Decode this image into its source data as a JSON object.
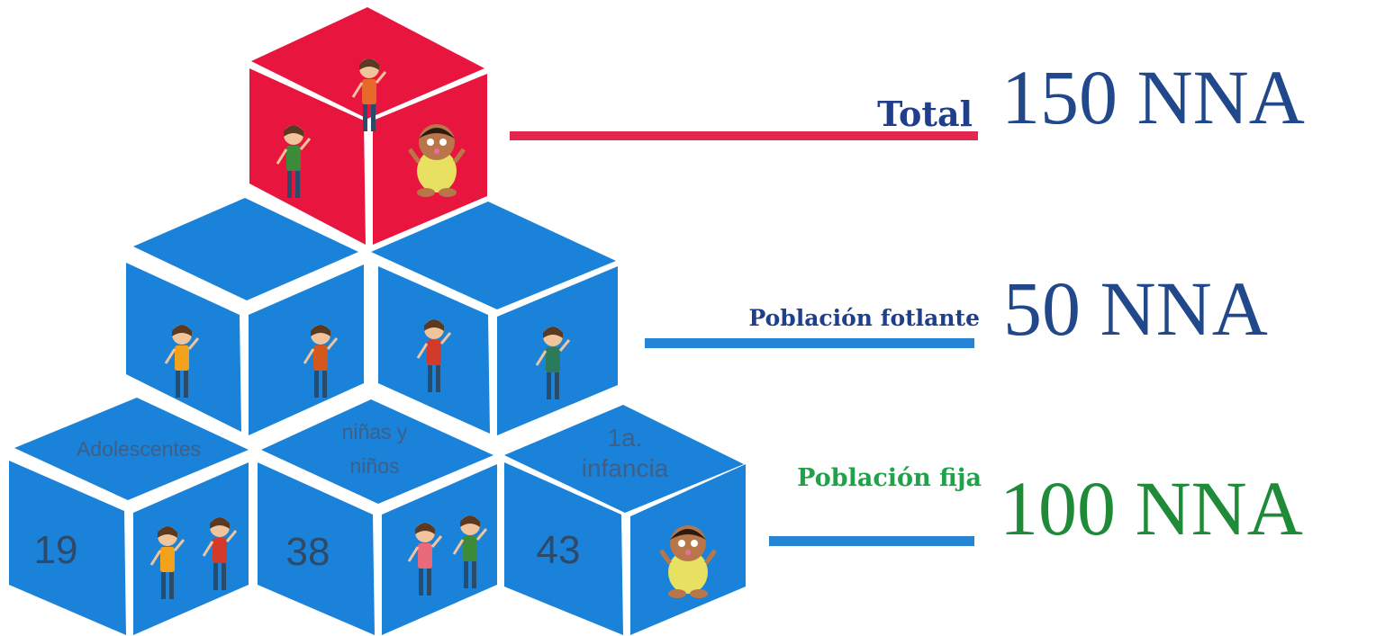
{
  "colors": {
    "cube_blue": "#1a82d8",
    "cube_red": "#e8163f",
    "navy": "#1f3f8c",
    "green": "#21a24a",
    "big_blue": "#22488c",
    "big_green": "#1f8a37",
    "line_red": "#e2264d",
    "line_blue": "#2684d4"
  },
  "levels": {
    "total": {
      "label": "Total",
      "value": "150 NNA"
    },
    "floating": {
      "label": "Población fotlante",
      "value": "50 NNA"
    },
    "fixed": {
      "label": "Población fija",
      "value": "100 NNA"
    }
  },
  "groups": [
    {
      "name": "Adolescentes",
      "count": "19"
    },
    {
      "name_line1": "niñas y",
      "name_line2": "niños",
      "count": "38"
    },
    {
      "name_line1": "1a.",
      "name_line2": "infancia",
      "count": "43"
    }
  ]
}
